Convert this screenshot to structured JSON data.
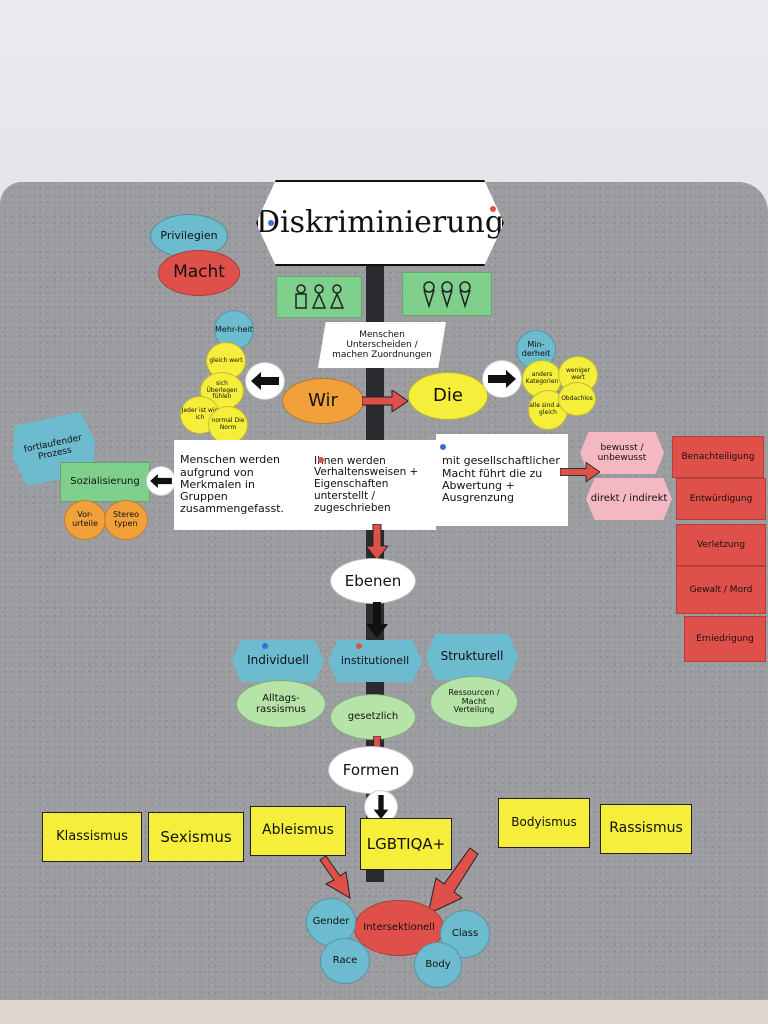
{
  "title": "Diskriminierung",
  "top_left": {
    "privileg": "Privilegien",
    "macht": "Macht"
  },
  "center_sign": "Menschen Unterscheiden / machen Zuordnungen",
  "wir": "Wir",
  "die": "Die",
  "mehrheit": "Mehr-heit",
  "minderheit": "Min-derheit",
  "left_circles": [
    "gleich wert",
    "sich Überlegen fühlen",
    "Jeder ist wie ich",
    "normal Die Norm"
  ],
  "right_circles": [
    "anders Kategorien",
    "weniger wert",
    "alle sind alle gleich",
    "Obdachlos"
  ],
  "left_side": {
    "prozess": "fortlaufender Prozess",
    "sozialisierung": "Sozialisierung",
    "vorurteile": "Vor-urteile",
    "stereotypen": "Stereo typen"
  },
  "cards": [
    "Menschen werden aufgrund von Merkmalen in Gruppen zusammengefasst.",
    "Ihnen werden Verhaltensweisen + Eigenschaften unterstellt / zugeschrieben",
    "mit gesellschaftlicher Macht führt die zu Abwertung + Ausgrenzung"
  ],
  "pink": [
    "bewusst / unbewusst",
    "direkt / indirekt"
  ],
  "red_cards": [
    "Benachteiligung",
    "Entwürdigung",
    "Verletzung",
    "Gewalt / Mord",
    "Erniedrigung"
  ],
  "ebenen": "Ebenen",
  "levels": [
    "Individuell",
    "institutionell",
    "Strukturell"
  ],
  "level_examples": [
    "Alltags-rassismus",
    "gesetzlich",
    "Ressourcen / Macht Verteilung"
  ],
  "formen": "Formen",
  "forms": [
    "Klassismus",
    "Sexismus",
    "Ableismus",
    "LGBTIQA+",
    "Bodyismus",
    "Rassismus"
  ],
  "bottom": {
    "intersektionell": "Intersektionell",
    "gender": "Gender",
    "race": "Race",
    "class": "Class",
    "body": "Body"
  },
  "colors": {
    "board": "#9a9ca0",
    "yellow": "#f5ee3a",
    "cyan": "#6dbbcf",
    "green": "#8fd39a",
    "orange": "#f2a03a",
    "red": "#e0504a",
    "pink": "#f4b8c2"
  }
}
